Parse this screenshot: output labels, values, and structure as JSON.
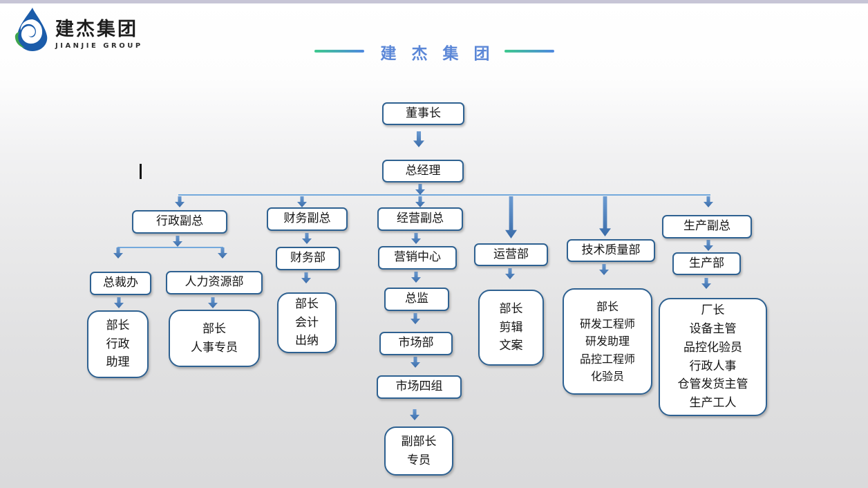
{
  "header": {
    "logo_cn": "建杰集团",
    "logo_en": "JIANJIE GROUP",
    "title": "建 杰 集 团"
  },
  "org": {
    "chairman": "董事长",
    "general_manager": "总经理",
    "admin_vp": "行政副总",
    "finance_vp": "财务副总",
    "business_vp": "经营副总",
    "operations_dept": "运营部",
    "tech_quality_dept": "技术质量部",
    "production_vp": "生产副总",
    "president_office": "总裁办",
    "hr_dept": "人力资源部",
    "admin_staff": "部长\n行政\n助理",
    "hr_staff": "部长\n人事专员",
    "finance_dept": "财务部",
    "finance_staff": "部长\n会计\n出纳",
    "marketing_center": "营销中心",
    "marketing_director": "总监",
    "market_dept": "市场部",
    "market_group4": "市场四组",
    "market_staff": "副部长\n专员",
    "operations_staff": "部长\n剪辑\n文案",
    "tech_quality_staff": "部长\n研发工程师\n研发助理\n品控工程师\n化验员",
    "production_dept": "生产部",
    "production_staff": "厂长\n设备主管\n品控化验员\n行政人事\n仓管发货主管\n生产工人"
  },
  "colors": {
    "title_blue": "#5b87d7",
    "box_border_blue": "#2e6191",
    "arrow_blue": "#3f76b4",
    "connector_blue": "#74a9dc",
    "accent_line_green": "#3ec98e",
    "accent_line_blue": "#4f88e0",
    "logo_blue": "#1b5caa",
    "logo_green": "#3fa54e",
    "top_strip_lavender": "#c7c5d6"
  }
}
